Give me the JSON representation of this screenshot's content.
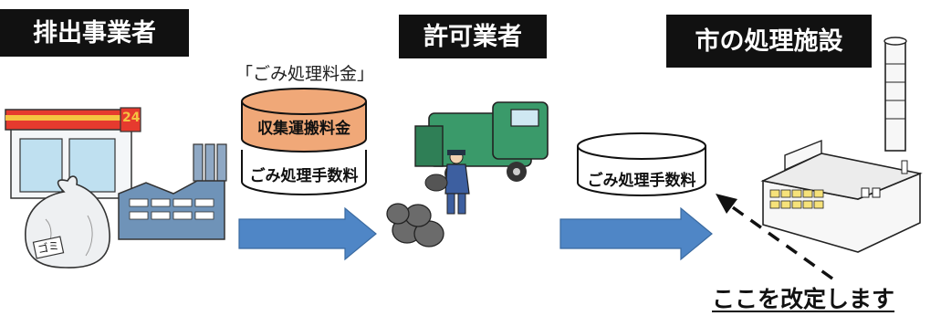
{
  "headers": {
    "discharger": "排出事業者",
    "licensed": "許可業者",
    "facility": "市の処理施設"
  },
  "fee_caption": "「ごみ処理料金」",
  "fee_stack": {
    "collection": "収集運搬料金",
    "processing": "ごみ処理手数料"
  },
  "facility_fee": "ごみ処理手数料",
  "note": "ここを改定します",
  "store_sign": "24",
  "bag_tag": "ゴミ",
  "colors": {
    "arrow": "#4f86c6",
    "collection_fee": "#f0a878",
    "label_bg": "#111111",
    "truck": "#3a9a6a"
  }
}
